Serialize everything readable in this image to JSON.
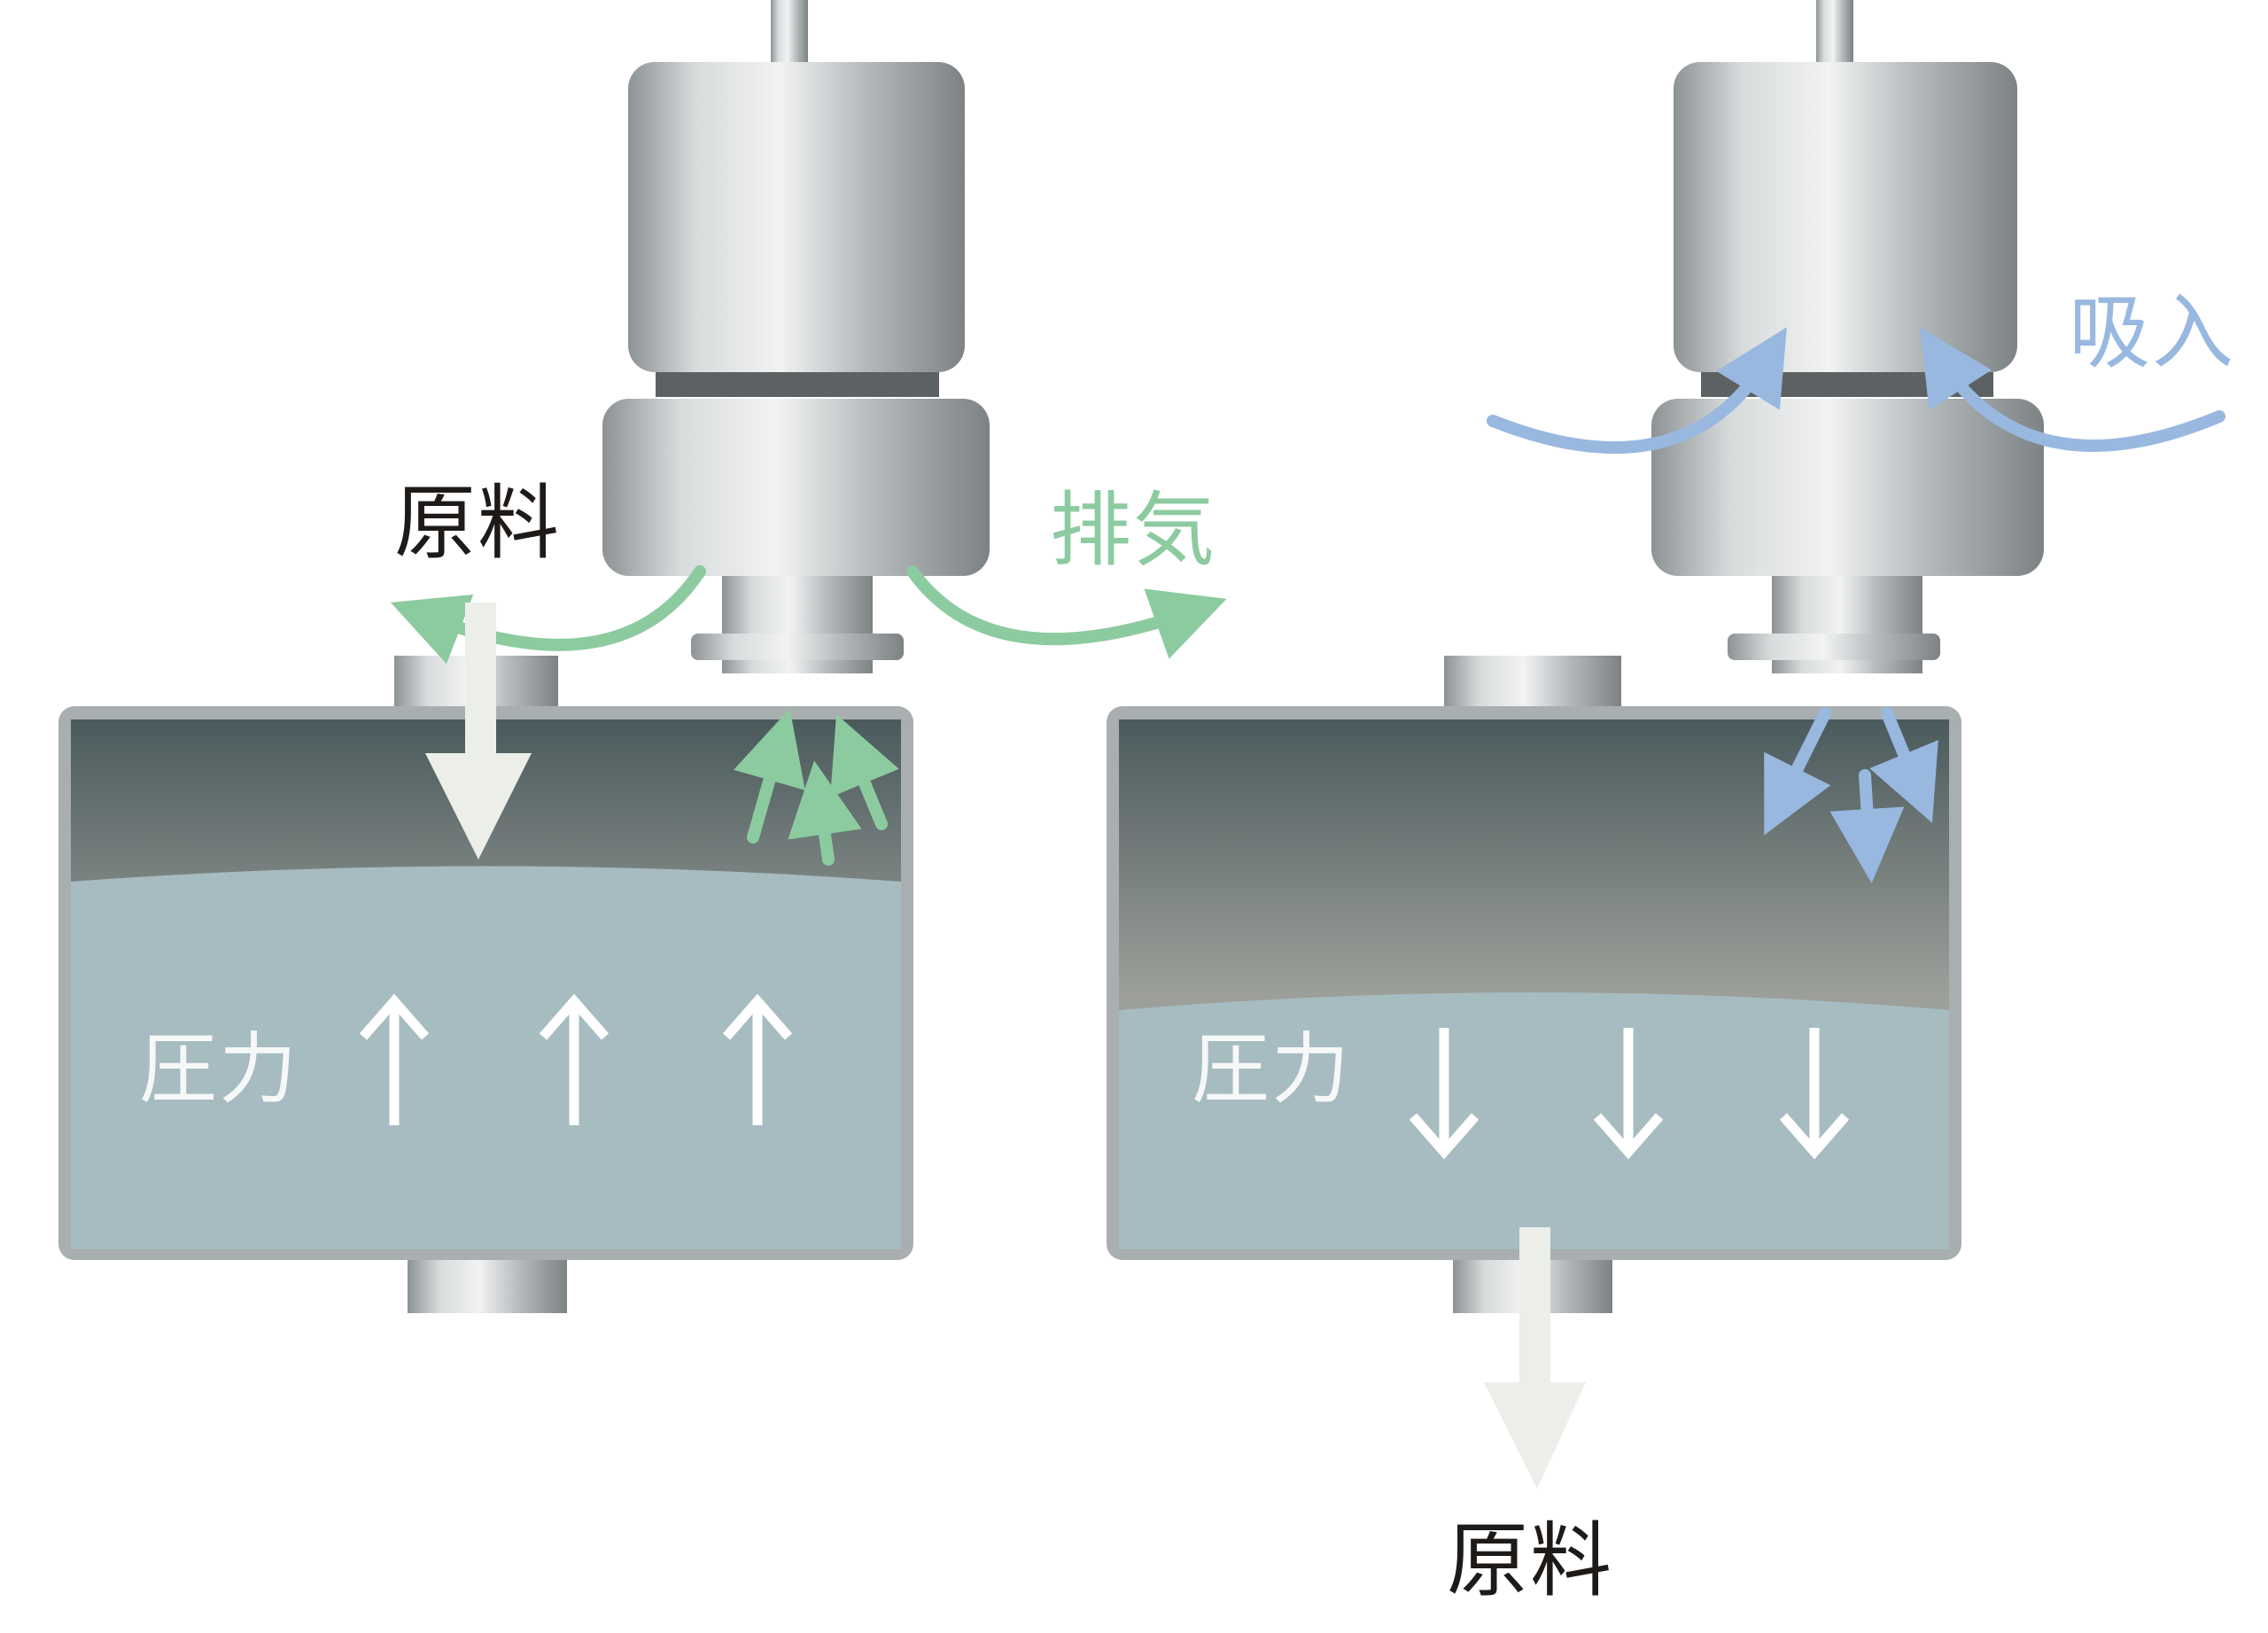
{
  "diagram": {
    "left_state": {
      "material_label": "原料",
      "exhaust_label": "排気",
      "pressure_label": "圧力"
    },
    "right_state": {
      "intake_label": "吸入",
      "pressure_label": "圧力",
      "material_label": "原料"
    },
    "colors": {
      "exhaust": "#8ccba0",
      "intake": "#98b8e0",
      "liquid": "#a7bcc0",
      "steel": "#b8bcbe"
    }
  }
}
